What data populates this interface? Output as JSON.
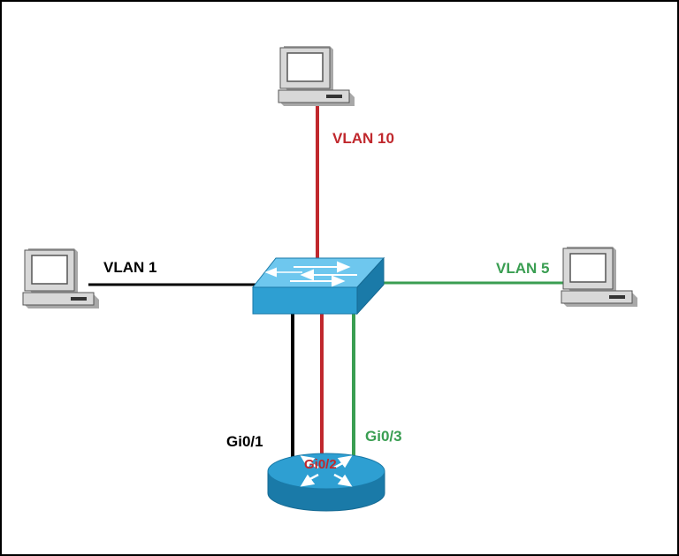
{
  "colors": {
    "vlan1": "#000000",
    "vlan10": "#c0282d",
    "vlan5": "#3a9e52",
    "device_face": "#2e9fd2",
    "device_top": "#6ec7ee",
    "device_side": "#1a7aa8",
    "pc_body": "#d8d8d8",
    "pc_shade": "#a8a8a8",
    "pc_screen": "#ffffff"
  },
  "icons": {
    "switch": "switch-icon",
    "router": "router-icon",
    "pc": "computer-icon"
  },
  "labels": {
    "vlan10": "VLAN 10",
    "vlan1": "VLAN 1",
    "vlan5": "VLAN 5",
    "gi01": "Gi0/1",
    "gi02": "Gi0/2",
    "gi03": "Gi0/3"
  }
}
